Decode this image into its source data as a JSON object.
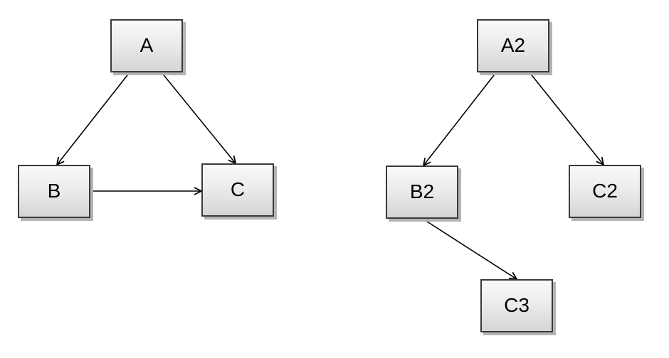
{
  "page": {
    "background_color": "#ffffff",
    "description": "Two directed graph diagrams of gray gradient boxes connected by black arrows"
  },
  "style": {
    "node_fill_top": "#f9f9f9",
    "node_fill_bottom": "#d5d5d5",
    "node_border_color": "#3a3a3a",
    "node_shadow_color": "#b4b4b4",
    "arrow_color": "#000000",
    "label_color": "#000000"
  },
  "diagrams": [
    {
      "name": "left-graph",
      "nodes": [
        {
          "id": "A",
          "label": "A"
        },
        {
          "id": "B",
          "label": "B"
        },
        {
          "id": "C",
          "label": "C"
        }
      ],
      "edges": [
        {
          "from": "A",
          "to": "B"
        },
        {
          "from": "A",
          "to": "C"
        },
        {
          "from": "B",
          "to": "C"
        }
      ]
    },
    {
      "name": "right-graph",
      "nodes": [
        {
          "id": "A2",
          "label": "A2"
        },
        {
          "id": "B2",
          "label": "B2"
        },
        {
          "id": "C2",
          "label": "C2"
        },
        {
          "id": "C3",
          "label": "C3"
        }
      ],
      "edges": [
        {
          "from": "A2",
          "to": "B2"
        },
        {
          "from": "A2",
          "to": "C2"
        },
        {
          "from": "B2",
          "to": "C3"
        }
      ]
    }
  ]
}
